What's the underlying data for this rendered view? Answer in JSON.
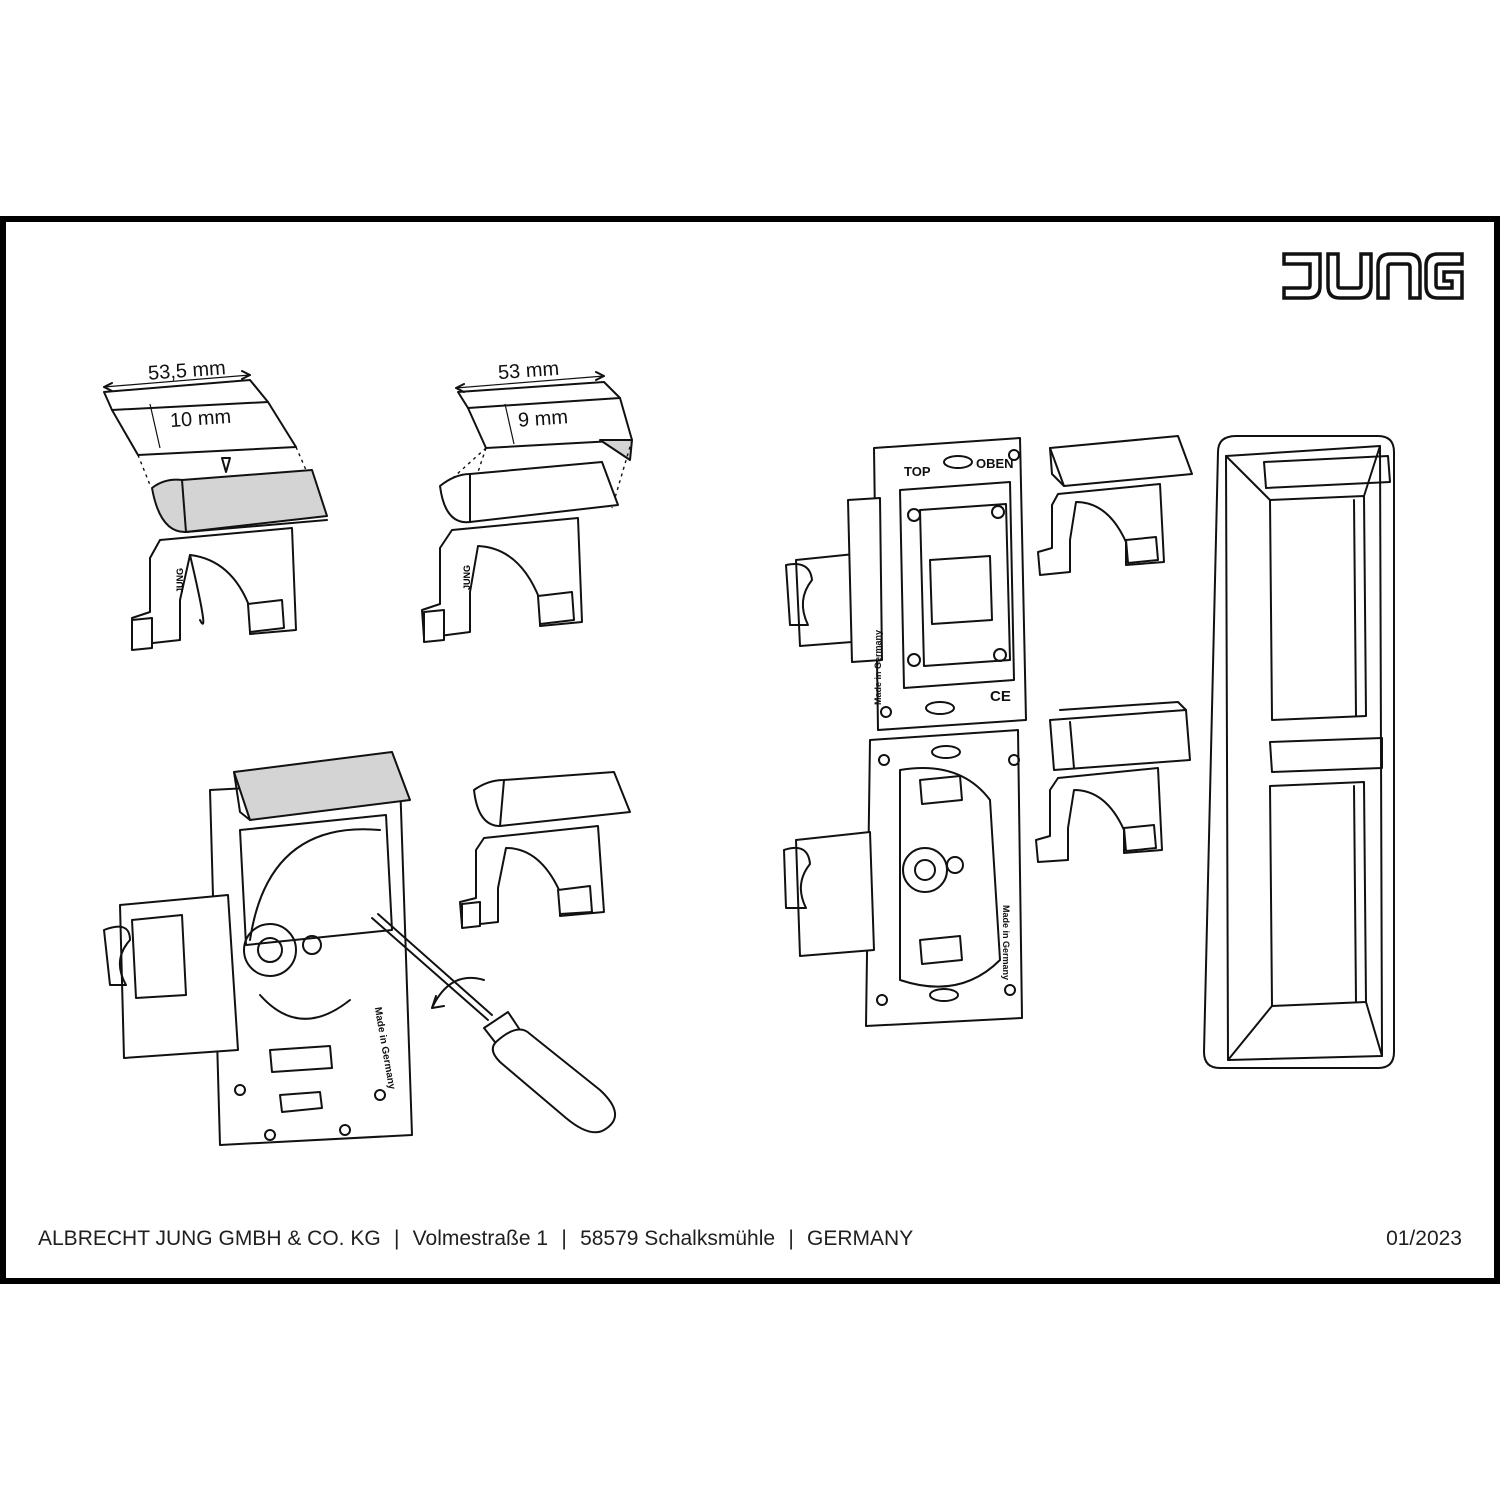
{
  "brand": {
    "logo_text": "JUNG"
  },
  "dimensions": {
    "label_a_width": "53,5 mm",
    "label_a_height": "10 mm",
    "label_b_width": "53 mm",
    "label_b_height": "9 mm"
  },
  "device_markings": {
    "top": "TOP",
    "oben": "OBEN",
    "made_in": "Made in Germany",
    "ce": "CE"
  },
  "footer": {
    "company": "ALBRECHT JUNG GMBH & CO. KG",
    "street": "Volmestraße 1",
    "city": "58579 Schalksmühle",
    "country": "GERMANY",
    "separator": "|",
    "date": "01/2023"
  },
  "colors": {
    "line": "#111111",
    "label_strip": "#d4d4d4",
    "frame_border": "#000000"
  }
}
